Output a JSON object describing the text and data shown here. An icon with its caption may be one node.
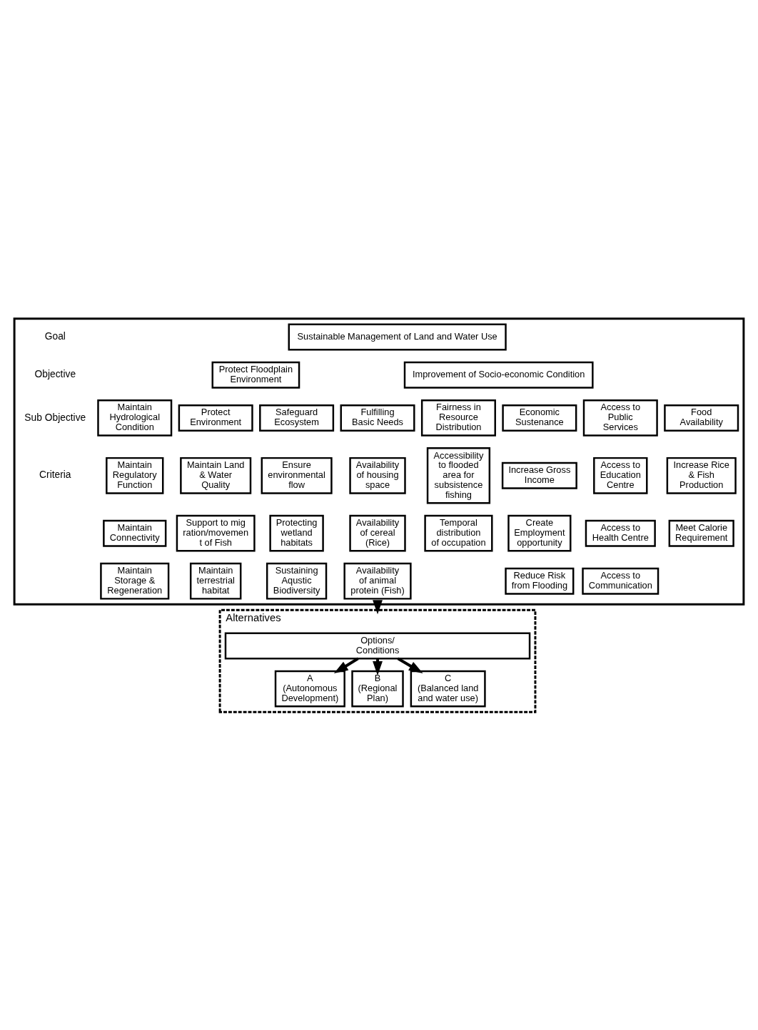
{
  "diagram": {
    "nodes": [
      {
        "text": [],
        "shape": "box"
      },
      {
        "text": [
          "Sustainable Management of Land and Water Use"
        ],
        "in": 0
      },
      {
        "text": [
          "Protect Floodplain Environment"
        ],
        "in": 0
      },
      {
        "text": [
          "Improvement of Socio-economic Condition"
        ],
        "in": 0
      },
      {
        "text": [
          "Maintain Hydrological Condition"
        ],
        "in": 0
      },
      {
        "text": [
          "Protect Environment"
        ],
        "in": 0
      },
      {
        "text": [
          "Safeguard Ecosystem"
        ],
        "in": 0
      },
      {
        "text": [
          "Fulfilling Basic Needs"
        ],
        "in": 0
      },
      {
        "text": [
          "Fairness in Resource Distribution"
        ],
        "in": 0
      },
      {
        "text": [
          "Economic Sustenance"
        ],
        "in": 0
      },
      {
        "text": [
          "Access to Public Services"
        ],
        "in": 0
      },
      {
        "text": [
          "Food Availability"
        ],
        "in": 0
      },
      {
        "text": [
          "Maintain Regulatory Function"
        ],
        "in": 0
      },
      {
        "text": [
          "Maintain Connectivity"
        ],
        "in": 0
      },
      {
        "text": [
          "Maintain Storage & Regeneration"
        ],
        "in": 0
      },
      {
        "text": [
          "Maintain Land & Water Quality"
        ],
        "in": 0
      },
      {
        "text": [
          "Support to migration/movement of Fish"
        ],
        "in": 0
      },
      {
        "text": [
          "Maintain terrestrial habitat"
        ],
        "in": 0
      },
      {
        "text": [
          "Ensure environmental flow"
        ],
        "in": 0
      },
      {
        "text": [
          "Protecting wetland habitats"
        ],
        "in": 0
      },
      {
        "text": [
          "Sustaining Aqustic Biodiversity"
        ],
        "in": 0
      },
      {
        "text": [
          "Availability of housing space"
        ],
        "in": 0
      },
      {
        "text": [
          "Availability of cereal (Rice)"
        ],
        "in": 0
      },
      {
        "text": [
          "Availability of animal protein (Fish)"
        ],
        "in": 0
      },
      {
        "text": [
          "Accessibility to flooded area for subsistence fishing"
        ],
        "in": 0
      },
      {
        "text": [
          "Temporal distribution of occupation"
        ],
        "in": 0
      },
      {
        "text": [
          "Increase Gross Income"
        ],
        "in": 0
      },
      {
        "text": [
          "Create Employment opportunity"
        ],
        "in": 0
      },
      {
        "text": [
          "Reduce Risk from Flooding"
        ],
        "in": 0
      },
      {
        "text": [
          "Access to Education Centre"
        ],
        "in": 0
      },
      {
        "text": [
          "Access to Health Centre"
        ],
        "in": 0
      },
      {
        "text": [
          "Access to Communication"
        ],
        "in": 0
      },
      {
        "text": [
          "Increase Rice & Fish Production"
        ],
        "in": 0
      },
      {
        "text": [
          "Meet Calorie Requirement"
        ],
        "in": 0
      },
      {
        "text": [
          "Alternatives"
        ]
      },
      {
        "text": [
          "Options/ Conditions"
        ],
        "in": 34
      },
      {
        "text": [
          "A",
          "(Autonomous Development)"
        ],
        "in": 34
      },
      {
        "text": [
          "B",
          "(Regional Plan)"
        ],
        "in": 34
      },
      {
        "text": [
          "C",
          "(Balanced land and water use)"
        ],
        "in": 34
      }
    ],
    "edges": [
      {
        "from": 0,
        "to": 34,
        "arrow": "to"
      },
      {
        "from": 35,
        "to": 36,
        "arrow": "to"
      },
      {
        "from": 35,
        "to": 37,
        "arrow": "to"
      },
      {
        "from": 35,
        "to": 38,
        "arrow": "to"
      }
    ],
    "labels": [
      "Goal",
      "Objective",
      "Sub Objective",
      "Criteria"
    ]
  }
}
